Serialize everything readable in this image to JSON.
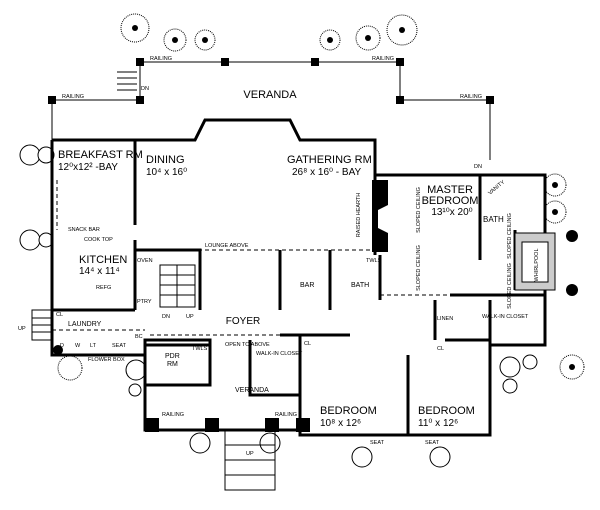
{
  "rooms": {
    "veranda_top": "VERANDA",
    "breakfast": {
      "name": "BREAKFAST RM",
      "dim": "12⁰x12² -BAY"
    },
    "dining": {
      "name": "DINING",
      "dim": "10⁴ x 16⁰"
    },
    "gathering": {
      "name": "GATHERING RM",
      "dim": "26⁸ x 16⁰ - BAY"
    },
    "master": {
      "name1": "MASTER",
      "name2": "BEDROOM",
      "dim": "13¹⁰x 20⁰"
    },
    "kitchen": {
      "name": "KITCHEN",
      "dim": "14⁴ x 11⁴"
    },
    "foyer": "FOYER",
    "laundry": "LAUNDRY",
    "pdr": {
      "l1": "PDR",
      "l2": "RM"
    },
    "veranda_bottom": "VERANDA",
    "bedroom1": {
      "name": "BEDROOM",
      "dim": "10⁸ x 12⁶"
    },
    "bedroom2": {
      "name": "BEDROOM",
      "dim": "11⁰ x 12⁶"
    },
    "bar": "BAR",
    "bath_hall": "BATH",
    "bath_master": "BATH"
  },
  "notes": {
    "railing": "RAILING",
    "dn": "DN",
    "up": "UP",
    "snack_bar": "SNACK BAR",
    "cook_top": "COOK TOP",
    "oven": "OVEN",
    "pantry": "PTRY",
    "refg": "REFG",
    "lounge_above": "LOUNGE ABOVE",
    "open_to_above": "OPEN TO ABOVE",
    "raised_hearth": "RAISED HEARTH",
    "sloped_ceiling": "SLOPED CEILING",
    "vanity": "VANITY",
    "whirlpool": "WHIRLPOOL",
    "walk_in_closet": "WALK-IN CLOSET",
    "linen": "LINEN",
    "cl": "CL",
    "twls": "TWLS",
    "seat": "SEAT",
    "flower_box": "FLOWER BOX",
    "d": "D",
    "w": "W",
    "lt": "LT",
    "bc": "BC"
  }
}
